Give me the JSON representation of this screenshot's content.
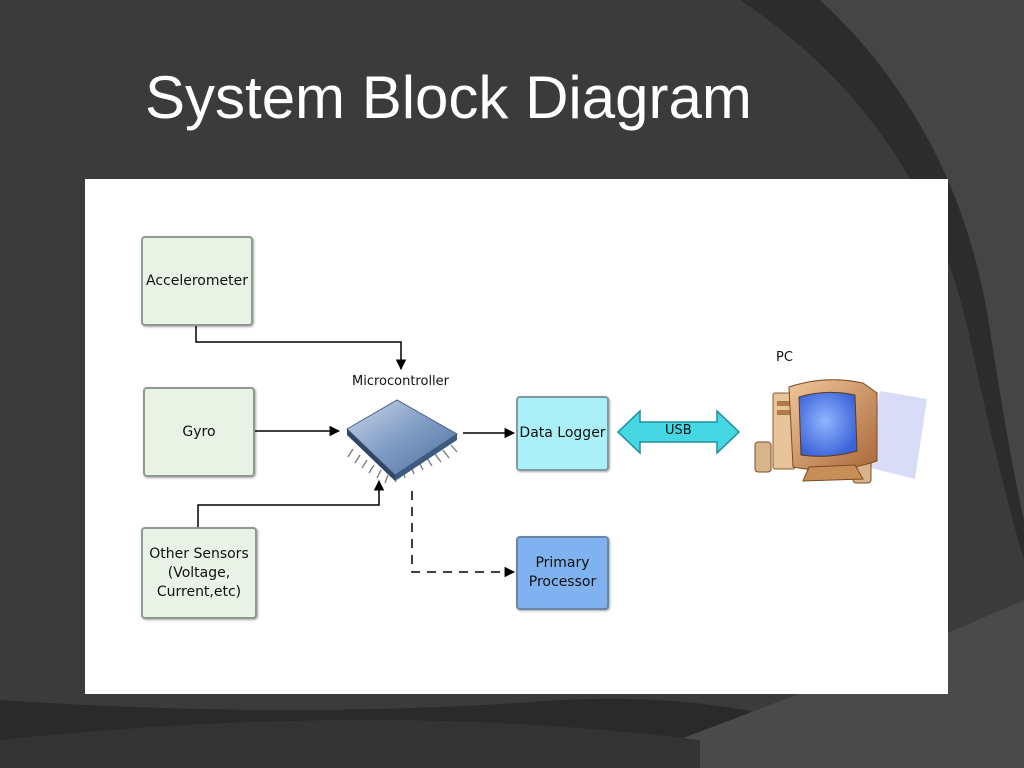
{
  "slide": {
    "title": "System Block Diagram"
  },
  "diagram": {
    "blocks": {
      "accelerometer": "Accelerometer",
      "gyro": "Gyro",
      "other_sensors": "Other Sensors\n(Voltage,\nCurrent,etc)",
      "data_logger": "Data Logger",
      "primary_processor": "Primary\nProcessor"
    },
    "labels": {
      "microcontroller": "Microcontroller",
      "pc": "PC",
      "usb": "USB"
    },
    "icons": {
      "microcontroller": "microcontroller-chip-icon",
      "pc": "desktop-computer-icon",
      "usb": "double-headed-arrow-icon"
    },
    "colors": {
      "background": "#3a3a3a",
      "sensor_fill": "#e8f3e6",
      "data_logger_fill": "#a9f0f8",
      "primary_processor_fill": "#7fb2ee",
      "usb_arrow_fill": "#45d8e4"
    }
  }
}
